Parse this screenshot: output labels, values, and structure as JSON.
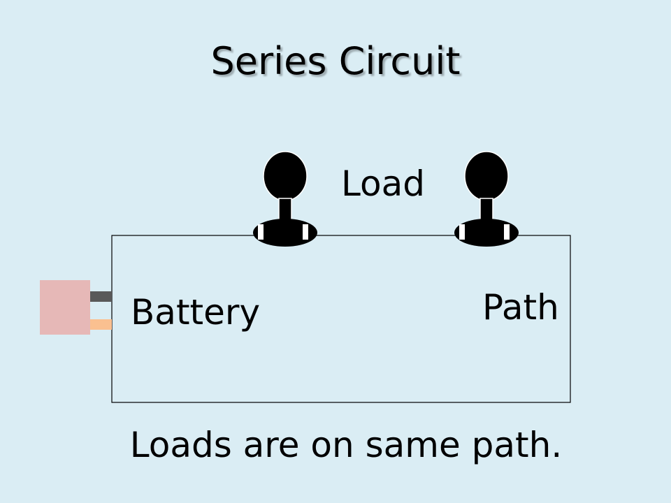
{
  "slide": {
    "title": "Series Circuit",
    "caption": "Loads are on same path.",
    "background_color": "#daedf4"
  },
  "diagram": {
    "labels": {
      "load": "Load",
      "battery": "Battery",
      "path": "Path"
    },
    "colors": {
      "wire": "#000000",
      "battery_body": "#e6b8b7",
      "battery_negative_terminal": "#595959",
      "battery_positive_terminal": "#fac090",
      "bulb": "#000000",
      "socket_contact": "#ffffff"
    },
    "components": [
      "battery",
      "bulb",
      "bulb",
      "wire"
    ]
  }
}
